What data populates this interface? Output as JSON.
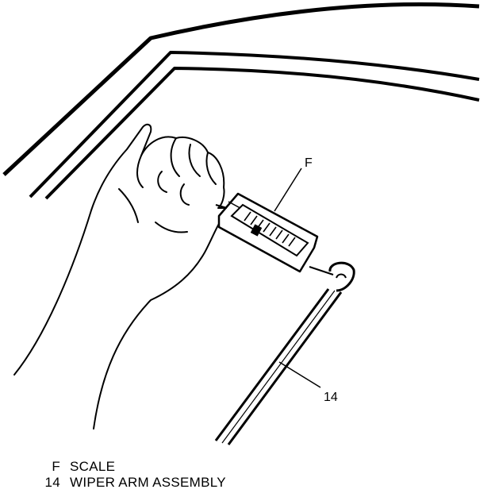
{
  "callouts": {
    "scale": "F",
    "wiper_arm": "14"
  },
  "legend": [
    {
      "key": "F",
      "label": "SCALE"
    },
    {
      "key": "14",
      "label": "WIPER ARM ASSEMBLY"
    }
  ]
}
